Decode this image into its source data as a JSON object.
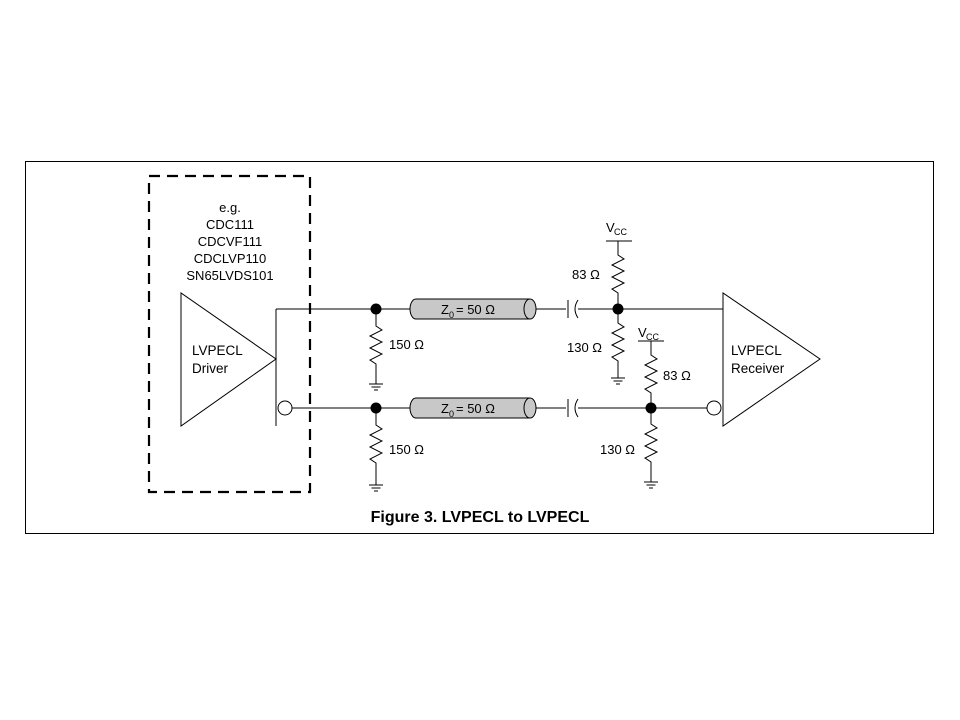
{
  "driver_box": {
    "lines": [
      "e.g.",
      "CDC111",
      "CDCVF111",
      "CDCLVP110",
      "SN65LVDS101"
    ]
  },
  "driver": {
    "line1": "LVPECL",
    "line2": "Driver"
  },
  "receiver": {
    "line1": "LVPECL",
    "line2": "Receiver"
  },
  "components": {
    "term_top": "150 Ω",
    "term_bottom": "150 Ω",
    "tline_top_z": "Z",
    "tline_top_sub": "0",
    "tline_top_val": "= 50 Ω",
    "tline_bottom_z": "Z",
    "tline_bottom_sub": "0",
    "tline_bottom_val": "= 50 Ω",
    "pullup_top": "83 Ω",
    "pulldown_top": "130 Ω",
    "pullup_bottom": "83 Ω",
    "pulldown_bottom": "130 Ω"
  },
  "vcc_top": {
    "v": "V",
    "sub": "CC"
  },
  "vcc_bottom": {
    "v": "V",
    "sub": "CC"
  },
  "caption": "Figure 3. LVPECL to LVPECL"
}
